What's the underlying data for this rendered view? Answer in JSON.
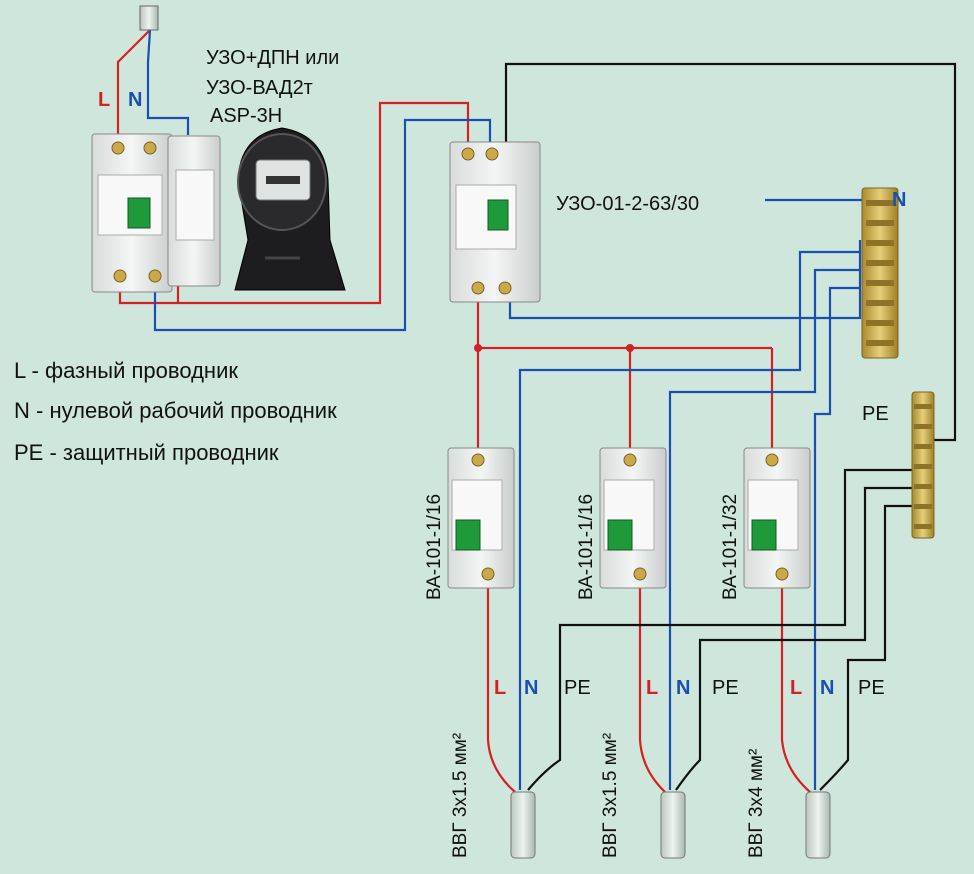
{
  "colors": {
    "phase": "#d42020",
    "neutral": "#1a4fb0",
    "pe": "#111111",
    "background": "#cfe6dc",
    "breaker_body": "#e9ecea",
    "switch_green": "#1f9a3a",
    "terminal_brass": "#c9a94a"
  },
  "top_labels": {
    "device_line1": "УЗО+ДПН или",
    "device_line2": "УЗО-ВАД2т",
    "device_line3": "ASP-3H",
    "rcd": "УЗО-01-2-63/30"
  },
  "input_wires": {
    "l": "L",
    "n": "N"
  },
  "legend": [
    "L - фазный проводник",
    "N - нулевой рабочий проводник",
    "PE - защитный проводник"
  ],
  "bus_labels": {
    "n": "N",
    "pe": "PE"
  },
  "breakers": [
    {
      "label": "ВА-101-1/16"
    },
    {
      "label": "ВА-101-1/16"
    },
    {
      "label": "ВА-101-1/32"
    }
  ],
  "wire_labels": {
    "l": "L",
    "n": "N",
    "pe": "PE"
  },
  "cables": [
    {
      "label": "ВВГ 3х1.5 мм²"
    },
    {
      "label": "ВВГ 3х1.5 мм²"
    },
    {
      "label": "ВВГ 3х4 мм²"
    }
  ],
  "icons": {
    "meter": "electricity-meter-icon",
    "breaker": "circuit-breaker-icon",
    "cable": "cable-end-icon",
    "bus": "terminal-bus-icon"
  }
}
